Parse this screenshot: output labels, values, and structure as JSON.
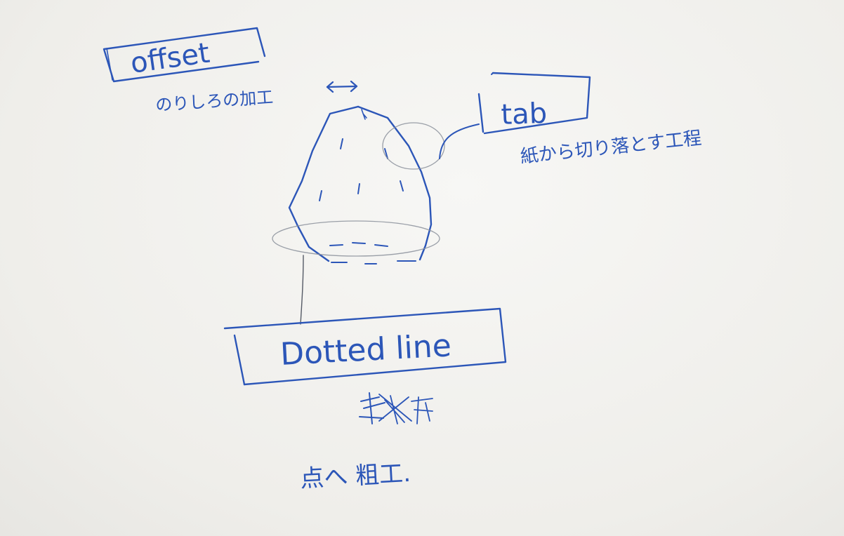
{
  "labels": {
    "offset": "offset",
    "offset_note": "のりしろの加工",
    "tab": "tab",
    "tab_note": "紙から切り落とす工程",
    "dotted": "Dotted line",
    "dotted_note": "点へ 粗工."
  },
  "colors": {
    "ink": "#2c56b8",
    "pencil": "#8a8f9a",
    "paper": "#f3f2ef"
  },
  "icons": {
    "width_arrow": "double-arrow-icon",
    "strikeout": "scribbled-out-text"
  }
}
